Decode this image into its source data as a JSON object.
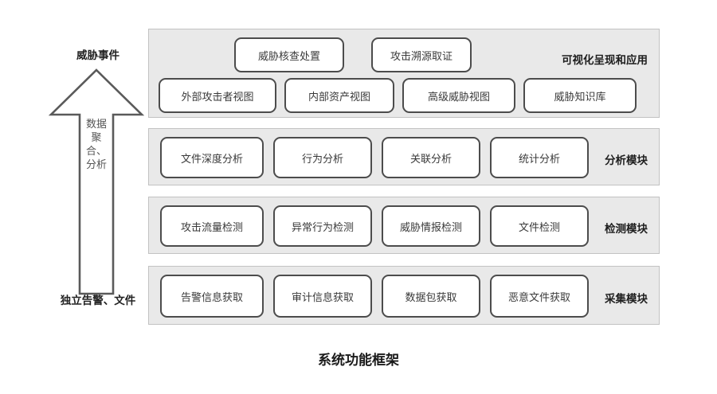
{
  "caption": "系统功能框架",
  "flow": {
    "top_label": "威胁事件",
    "bottom_label": "独立告警、文件",
    "arrow_text": "数据聚合、分析",
    "arrow_direction": "up"
  },
  "colors": {
    "panel_fill": "#e9e9e9",
    "panel_border": "#c2c2c2",
    "box_fill": "#ffffff",
    "box_border": "#4c4c4c",
    "text": "#3a3a3a",
    "label_text": "#1d1d1d",
    "background": "#ffffff"
  },
  "layers": [
    {
      "id": "visual",
      "module_label": "可视化呈现和应用",
      "row_top": [
        "威胁核查处置",
        "攻击溯源取证"
      ],
      "row_bottom": [
        "外部攻击者视图",
        "内部资产视图",
        "高级威胁视图",
        "威胁知识库"
      ]
    },
    {
      "id": "analysis",
      "module_label": "分析模块",
      "boxes": [
        "文件深度分析",
        "行为分析",
        "关联分析",
        "统计分析"
      ]
    },
    {
      "id": "detect",
      "module_label": "检测模块",
      "boxes": [
        "攻击流量检测",
        "异常行为检测",
        "威胁情报检测",
        "文件检测"
      ]
    },
    {
      "id": "collect",
      "module_label": "采集模块",
      "boxes": [
        "告警信息获取",
        "审计信息获取",
        "数据包获取",
        "恶意文件获取"
      ]
    }
  ]
}
